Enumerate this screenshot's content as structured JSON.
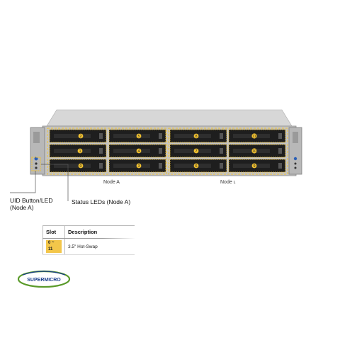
{
  "labels": {
    "node_a": "Node A",
    "node_b": "Node ʟ",
    "uid_line1": "UID Button/LED",
    "uid_line2": "(Node A)",
    "status_leds": "Status LEDs (Node A)"
  },
  "bays": [
    {
      "number": "2"
    },
    {
      "number": "5"
    },
    {
      "number": "8"
    },
    {
      "number": "11"
    },
    {
      "number": "1"
    },
    {
      "number": "4"
    },
    {
      "number": "7"
    },
    {
      "number": "10"
    },
    {
      "number": "0"
    },
    {
      "number": "3"
    },
    {
      "number": "6"
    },
    {
      "number": "9"
    }
  ],
  "legend": {
    "headers": [
      "Slot",
      "Description"
    ],
    "rows": [
      {
        "slot": "0 ~ 11",
        "description": "3.5\" Hot-Swap"
      }
    ]
  },
  "logo": {
    "text": "SUPERMICRO"
  },
  "colors": {
    "highlight": "#f2c230",
    "chassis": "#c9c9c9",
    "bay": "#1e1e1e",
    "logo_green": "#5a9a2a",
    "logo_blue": "#1a3e8c"
  }
}
